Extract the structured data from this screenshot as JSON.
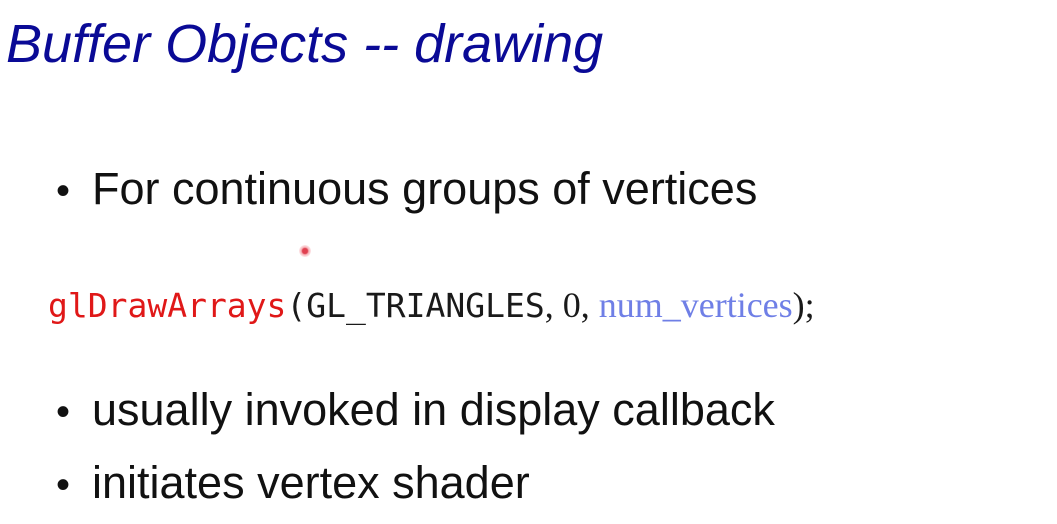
{
  "slide": {
    "title": "Buffer Objects -- drawing",
    "bullet_symbol": "•",
    "bullets": [
      "For continuous groups of vertices",
      "usually invoked in display callback",
      "initiates vertex shader"
    ],
    "code": {
      "function_name": "glDrawArrays",
      "open_paren": "(",
      "arg_mode": "GL_TRIANGLES",
      "sep1": ", ",
      "arg_first": "0",
      "sep2": ", ",
      "arg_count": "num_vertices",
      "close": ");"
    }
  },
  "colors": {
    "title": "#0a0a96",
    "function_name": "#e01818",
    "variable_arg": "#6f7fe6",
    "text": "#111111"
  }
}
